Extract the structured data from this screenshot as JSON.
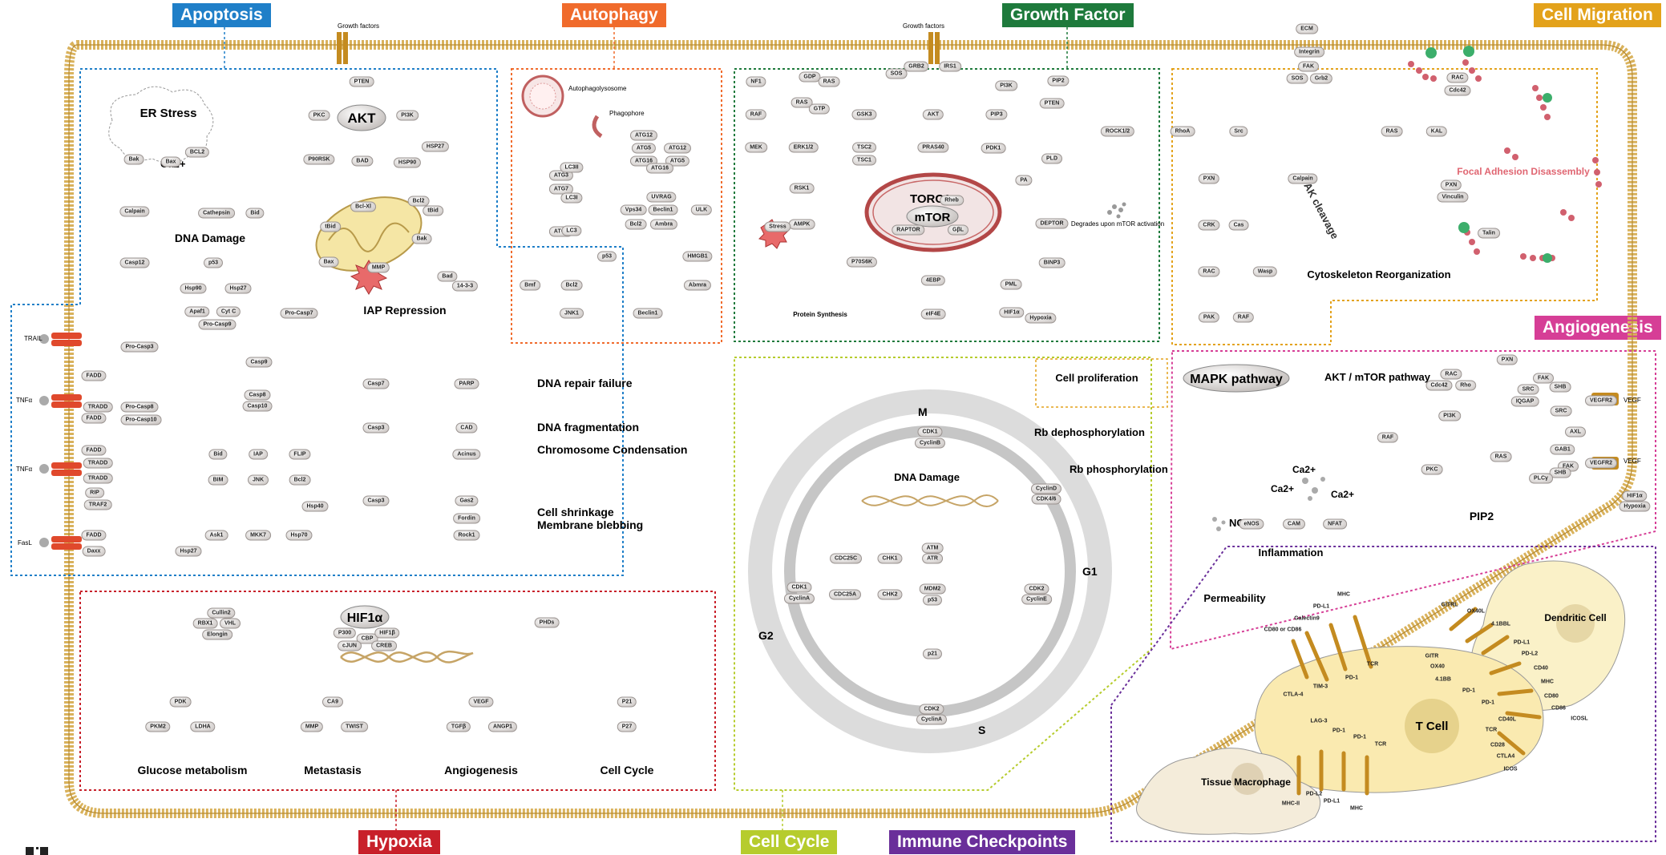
{
  "sections": {
    "apoptosis": {
      "label": "Apoptosis",
      "color": "#1f7fc8"
    },
    "autophagy": {
      "label": "Autophagy",
      "color": "#f06b2c"
    },
    "growth_factor": {
      "label": "Growth Factor",
      "color": "#1e7a3c"
    },
    "cell_migration": {
      "label": "Cell Migration",
      "color": "#e3a21b"
    },
    "angiogenesis": {
      "label": "Angiogenesis",
      "color": "#d63e96"
    },
    "hypoxia": {
      "label": "Hypoxia",
      "color": "#c8202a"
    },
    "cell_cycle": {
      "label": "Cell Cycle",
      "color": "#b6cc2d"
    },
    "immune_checkpoints": {
      "label": "Immune Checkpoints",
      "color": "#6a2f9a"
    }
  },
  "receptors": {
    "growth_factors_left": "Growth factors",
    "growth_factors_right": "Growth factors",
    "trail": "TRAIL",
    "tnfa1": "TNFα",
    "tnfa2": "TNFα",
    "fasl": "FasL",
    "vegf1": "VEGF",
    "vegf2": "VEGF"
  },
  "apoptosis": {
    "er_stress": "ER Stress",
    "ca": "Ca2+",
    "akt": "AKT",
    "dna_damage": "DNA Damage",
    "iap_repression": "IAP Repression",
    "pten": "PTEN",
    "pkc": "PKC",
    "pi3k": "PI3K",
    "hsp27": "HSP27",
    "hsp90": "HSP90",
    "p90rsk": "P90RSK",
    "bad": "BAD",
    "bak": "Bak",
    "bax": "Bax",
    "bcl2": "BCL2",
    "bcl_xl": "Bcl-Xl",
    "bcl2b": "Bcl2",
    "tbid": "tBid",
    "tbid2": "tBid",
    "bak2": "Bak",
    "bax2": "Bax",
    "mmp": "MMP",
    "bad2": "Bad",
    "f1433": "14-3-3",
    "calpain": "Calpain",
    "cathepsin": "Cathepsin",
    "bid": "Bid",
    "casp12": "Casp12",
    "p53": "p53",
    "hsp90b": "Hsp90",
    "hsp27b": "Hsp27",
    "apaf1": "Apaf1",
    "cytc": "Cyt C",
    "procasp9": "Pro-Casp9",
    "procasp7": "Pro-Casp7",
    "casp9": "Casp9",
    "fadd": "FADD",
    "procasp3": "Pro-Casp3",
    "tradd": "TRADD",
    "fadd2": "FADD",
    "procasp8": "Pro-Casp8",
    "procasp10": "Pro-Casp10",
    "casp8": "Casp8",
    "casp10": "Casp10",
    "bid2": "Bid",
    "iap": "IAP",
    "flip": "FLIP",
    "fadd3": "FADD",
    "tradd2": "TRADD",
    "tradd3": "TRADD",
    "rip": "RIP",
    "traf2": "TRAF2",
    "bim": "BIM",
    "jnk": "JNK",
    "bcl2c": "Bcl2",
    "hsp40": "Hsp40",
    "hsp70": "Hsp70",
    "fadd4": "FADD",
    "daxx": "Daxx",
    "ask1": "Ask1",
    "mkk7": "MKK7",
    "hsp27c": "Hsp27",
    "casp7": "Casp7",
    "parp": "PARP",
    "casp3": "Casp3",
    "cad": "CAD",
    "acinus": "Acinus",
    "casp3b": "Casp3",
    "gas2": "Gas2",
    "fordin": "Fordin",
    "rock1": "Rock1",
    "dna_repair_failure": "DNA repair failure",
    "dna_fragmentation": "DNA fragmentation",
    "chromosome_condensation": "Chromosome Condensation",
    "cell_shrinkage": "Cell shrinkage",
    "membrane_blebbing": "Membrane blebbing"
  },
  "autophagy": {
    "autophagolysosome": "Autophagolysosome",
    "phagophore": "Phagophore",
    "atg12": "ATG12",
    "atg5": "ATG5",
    "atg16": "ATG16",
    "atg12b": "ATG12",
    "atg5b": "ATG5",
    "atg16b": "ATG16",
    "atg3": "ATG3",
    "atg7": "ATG7",
    "lc3ii": "LC3II",
    "lc3i": "LC3I",
    "atg4": "ATG4",
    "lc3": "LC3",
    "uvrag": "UVRAG",
    "vps34": "Vps34",
    "beclin1": "Beclin1",
    "ulk": "ULK",
    "bcl2": "Bcl2",
    "ambra": "Ambra",
    "p53": "p53",
    "hmgb1": "HMGB1",
    "bmf": "Bmf",
    "bcl2b": "Bcl2",
    "jnk1": "JNK1",
    "abmra": "Abmra",
    "beclin1b": "Beclin1"
  },
  "growth_factor": {
    "grb2": "GRB2",
    "irs1": "IRS1",
    "sos": "SOS",
    "nf1": "NF1",
    "gdp": "GDP",
    "ras": "RAS",
    "ras2": "RAS",
    "gtp": "GTP",
    "pi3k": "PI3K",
    "pip2": "PIP2",
    "pip3": "PIP3",
    "pten": "PTEN",
    "raf": "RAF",
    "mek": "MEK",
    "erk12": "ERK1/2",
    "rsk1": "RSK1",
    "gsk3": "GSK3",
    "akt": "AKT",
    "tsc2": "TSC2",
    "tsc1": "TSC1",
    "pras40": "PRAS40",
    "pdk1": "PDK1",
    "pld": "PLD",
    "pa": "PA",
    "rock12": "ROCK1/2",
    "ampk": "AMPK",
    "stress": "Stress",
    "torc1": "TORC1",
    "rheb": "Rheb",
    "mtor": "mTOR",
    "raptor": "RAPTOR",
    "gbl": "GβL",
    "deptor": "DEPTOR",
    "degrades": "Degrades upon mTOR activation",
    "p70s6k": "P70S6K",
    "ebp4": "4EBP",
    "eif4e": "eIF4E",
    "pml": "PML",
    "binp3": "BINP3",
    "hif1a": "HIF1α",
    "hypoxia": "Hypoxia",
    "protein_synthesis": "Protein Synthesis"
  },
  "migration": {
    "ecm": "ECM",
    "integrin": "Integrin",
    "fak": "FAK",
    "sos": "SOS",
    "grb2": "Grb2",
    "src": "Src",
    "rhoa": "RhoA",
    "ras": "RAS",
    "kal": "KAL",
    "rac": "RAC",
    "cdc42": "Cdc42",
    "fak_cleavage": "FAK cleavage",
    "calpain": "Calpain",
    "pxn": "PXN",
    "cas": "Cas",
    "crk": "CRK",
    "pxn2": "PXN",
    "vinculin": "Vinculin",
    "talin": "Talin",
    "focal_adhesion": "Focal Adhesion Disassembly",
    "rac2": "RAC",
    "wasp": "Wasp",
    "cytoskeleton": "Cytoskeleton Reorganization",
    "pak": "PAK",
    "raf": "RAF"
  },
  "angiogenesis": {
    "mapk": "MAPK pathway",
    "cell_proliferation": "Cell proliferation",
    "akt_mtor": "AKT / mTOR pathway",
    "pxn": "PXN",
    "rac": "RAC",
    "cdc42": "Cdc42",
    "rho": "Rho",
    "fak": "FAK",
    "shb": "SHB",
    "src": "SRC",
    "iqgap": "IQGAP",
    "vegfr2": "VEGFR2",
    "src2": "SRC",
    "pi3k": "PI3K",
    "axl": "AXL",
    "gab1": "GAB1",
    "raf": "RAF",
    "ras": "RAS",
    "pkc": "PKC",
    "fak2": "FAK",
    "shb2": "SHB",
    "plcy": "PLCγ",
    "vegfr2b": "VEGFR2",
    "hif1a": "HIF1α",
    "hypoxia": "Hypoxia",
    "ca_a": "Ca2+",
    "ca_b": "Ca2+",
    "ca_c": "Ca2+",
    "pip2": "PIP2",
    "no": "NO",
    "enos": "eNOS",
    "cam": "CAM",
    "nfat": "NFAT",
    "inflammation": "Inflammation",
    "permeability": "Permeability"
  },
  "cell_cycle": {
    "m": "M",
    "g1": "G1",
    "s": "S",
    "g2": "G2",
    "cdk1": "CDK1",
    "cyclinb": "CyclinB",
    "rb_dephos": "Rb dephosphorylation",
    "rb_phos": "Rb phosphorylation",
    "dna_damage": "DNA Damage",
    "atm": "ATM",
    "atr": "ATR",
    "chk1": "CHK1",
    "cdc25c": "CDC25C",
    "cdc25a": "CDC25A",
    "chk2": "CHK2",
    "mdm2": "MDM2",
    "p53": "p53",
    "p21": "p21",
    "cdk1b": "CDK1",
    "cyclina": "CyclinA",
    "cyclind": "CyclinD",
    "cdk46": "CDK4/6",
    "cdk2": "CDK2",
    "cycline": "CyclinE",
    "cdk2b": "CDK2",
    "cyclina2": "CyclinA"
  },
  "hypoxia": {
    "hif1a": "HIF1α",
    "cullin2": "Cullin2",
    "rbx1": "RBX1",
    "vhl": "VHL",
    "elongin": "Elongin",
    "p300": "P300",
    "cbp": "CBP",
    "hif1b": "HIF1β",
    "cjun": "cJUN",
    "creb": "CREB",
    "phds": "PHDs",
    "pdk": "PDK",
    "pkm2": "PKM2",
    "ldha": "LDHA",
    "ca9": "CA9",
    "mmp": "MMP",
    "twist": "TWIST",
    "vegf": "VEGF",
    "tgfb": "TGFβ",
    "angp1": "ANGP1",
    "p21": "P21",
    "p27": "P27",
    "glucose": "Glucose metabolism",
    "metastasis": "Metastasis",
    "angiogenesis": "Angiogenesis",
    "cell_cycle": "Cell Cycle"
  },
  "immune": {
    "t_cell": "T Cell",
    "dendritic_cell": "Dendritic Cell",
    "tissue_macrophage": "Tissue Macrophage",
    "cd80_86": "CD80 or CD86",
    "galectin9": "Galectin9",
    "pdl1": "PD-L1",
    "mhc": "MHC",
    "ctla4": "CTLA-4",
    "tim3": "TIM-3",
    "pd1": "PD-1",
    "tcr": "TCR",
    "gitrl": "GITRL",
    "ox40l": "OX40L",
    "bbl41": "4.1BBL",
    "gitr": "GITR",
    "ox40": "OX40",
    "bb41": "4.1BB",
    "pd1b": "PD-1",
    "pdl1b": "PD-L1",
    "pdl2": "PD-L2",
    "pd1c": "PD-1",
    "cd40": "CD40",
    "cd40l": "CD40L",
    "mhc2": "MHC",
    "tcr2": "TCR",
    "cd80": "CD80",
    "cd86": "CD86",
    "cd28": "CD28",
    "ctla4b": "CTLA4",
    "icosl": "ICOSL",
    "icos": "ICOS",
    "lag3": "LAG-3",
    "pd1d": "PD-1",
    "pd1e": "PD-1",
    "tcr3": "TCR",
    "mhcii": "MHC-II",
    "pdl2b": "PD-L2",
    "pdl1c": "PD-L1",
    "mhc3": "MHC"
  }
}
